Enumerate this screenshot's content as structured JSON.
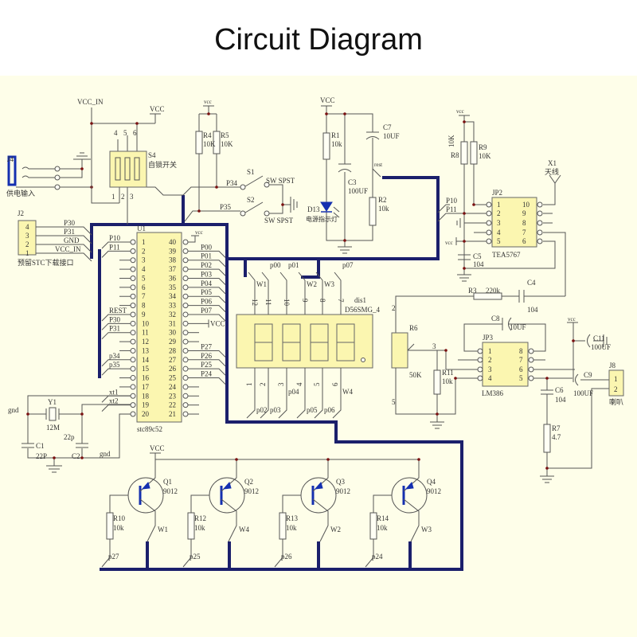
{
  "title": "Circuit Diagram",
  "power": {
    "vcc": "VCC",
    "vcc_small": "vcc",
    "vcc_in": "VCC_IN",
    "gnd": "gnd"
  },
  "j4": {
    "ref": "J4",
    "desc": "供电输入"
  },
  "s4": {
    "ref": "S4",
    "desc": "自锁开关",
    "top_pins": [
      "4",
      "5",
      "6"
    ],
    "bottom_pins": [
      "1",
      "2",
      "3"
    ]
  },
  "r4": {
    "ref": "R4",
    "value": "10K"
  },
  "r5": {
    "ref": "R5",
    "value": "10K"
  },
  "s1": {
    "ref": "S1",
    "type": "SW SPST",
    "net": "P34"
  },
  "s2": {
    "ref": "S2",
    "type": "SW SPST",
    "net": "P35"
  },
  "j2": {
    "ref": "J2",
    "desc": "预留STC下载接口",
    "pins": [
      "4",
      "3",
      "2",
      "1"
    ],
    "nets": [
      "P30",
      "P31",
      "GND",
      "VCC_IN"
    ]
  },
  "u1": {
    "ref": "U1",
    "part": "stc89c52",
    "left_pins": [
      "1",
      "2",
      "3",
      "4",
      "5",
      "6",
      "7",
      "8",
      "9",
      "10",
      "11",
      "12",
      "13",
      "14",
      "15",
      "16",
      "17",
      "18",
      "19",
      "20"
    ],
    "right_pins": [
      "40",
      "39",
      "38",
      "37",
      "36",
      "35",
      "34",
      "33",
      "32",
      "31",
      "30",
      "29",
      "28",
      "27",
      "26",
      "25",
      "24",
      "23",
      "22",
      "21"
    ],
    "left_nets": [
      "P10",
      "P11",
      "",
      "",
      "",
      "",
      "",
      "",
      "REST",
      "P30",
      "P31",
      "",
      "",
      "p34",
      "p35",
      "",
      "",
      "xt1",
      "xt2",
      ""
    ],
    "right_nets": [
      "vcc",
      "P00",
      "P01",
      "P02",
      "P03",
      "P04",
      "P05",
      "P06",
      "P07",
      "VCC",
      "",
      "",
      "P27",
      "P26",
      "P25",
      "P24",
      "",
      "",
      "",
      ""
    ]
  },
  "r1": {
    "ref": "R1",
    "value": "10k"
  },
  "c3": {
    "ref": "C3",
    "value": "100UF"
  },
  "c7": {
    "ref": "C7",
    "value": "10UF"
  },
  "r2": {
    "ref": "R2",
    "value": "10k"
  },
  "rest_net": "rest",
  "d13": {
    "ref": "D13",
    "desc": "电源指示灯"
  },
  "r8": {
    "ref": "R8",
    "value": "10K"
  },
  "r9": {
    "ref": "R9",
    "value": "10K"
  },
  "x1": {
    "ref": "X1",
    "desc": "天线"
  },
  "jp2": {
    "ref": "JP2",
    "part": "TEA5767",
    "left_pins": [
      "1",
      "2",
      "3",
      "4",
      "5"
    ],
    "right_pins": [
      "10",
      "9",
      "8",
      "7",
      "6"
    ],
    "nets": [
      "P10",
      "P11"
    ]
  },
  "c5": {
    "ref": "C5",
    "value": "104"
  },
  "display": {
    "ref": "dis1",
    "part": "D56SMG_4",
    "top_pins": [
      "12",
      "11",
      "10",
      "9",
      "8",
      "7"
    ],
    "bottom_pins": [
      "1",
      "2",
      "3",
      "4",
      "5",
      "6"
    ],
    "top_nets": [
      "W1",
      "p00",
      "p01",
      "W2",
      "W3",
      "p07"
    ],
    "bottom_nets": [
      "p02",
      "p03",
      "p04",
      "p05",
      "p06",
      "W4"
    ]
  },
  "y1": {
    "ref": "Y1",
    "value": "12M"
  },
  "c1": {
    "ref": "C1",
    "value": "22P"
  },
  "c2": {
    "ref": "C2",
    "value": "22p"
  },
  "transistors": [
    {
      "ref": "Q1",
      "part": "9012",
      "resistor": "R10",
      "resistor_value": "10k",
      "base_net": "p27",
      "collector_net": "W1"
    },
    {
      "ref": "Q2",
      "part": "9012",
      "resistor": "R12",
      "resistor_value": "10k",
      "base_net": "p25",
      "collector_net": "W4"
    },
    {
      "ref": "Q3",
      "part": "9012",
      "resistor": "R13",
      "resistor_value": "10k",
      "base_net": "p26",
      "collector_net": "W2"
    },
    {
      "ref": "Q4",
      "part": "9012",
      "resistor": "R14",
      "resistor_value": "10k",
      "base_net": "p24",
      "collector_net": "W3"
    }
  ],
  "r3": {
    "ref": "R3",
    "value": "220k"
  },
  "c4": {
    "ref": "C4",
    "value": "104"
  },
  "r6": {
    "ref": "R6",
    "value": "50K",
    "pins": [
      "2",
      "3",
      "5"
    ]
  },
  "r11": {
    "ref": "R11",
    "value": "10k"
  },
  "c8": {
    "ref": "C8",
    "value": "10UF"
  },
  "jp3": {
    "ref": "JP3",
    "part": "LM386",
    "left_pins": [
      "1",
      "2",
      "3",
      "4"
    ],
    "right_pins": [
      "8",
      "7",
      "6",
      "5"
    ]
  },
  "c6": {
    "ref": "C6",
    "value": "104"
  },
  "r7": {
    "ref": "R7",
    "value": "4.7"
  },
  "c9": {
    "ref": "C9",
    "value": "100UF"
  },
  "c11": {
    "ref": "C11",
    "value": "100UF"
  },
  "j8": {
    "ref": "J8",
    "desc": "喇叭",
    "pins": [
      "1",
      "2"
    ]
  },
  "colors": {
    "bus": "#1b1f6b",
    "component_fill": "#fbf6b0",
    "background": "#fefee9",
    "led": "#1530b0"
  }
}
